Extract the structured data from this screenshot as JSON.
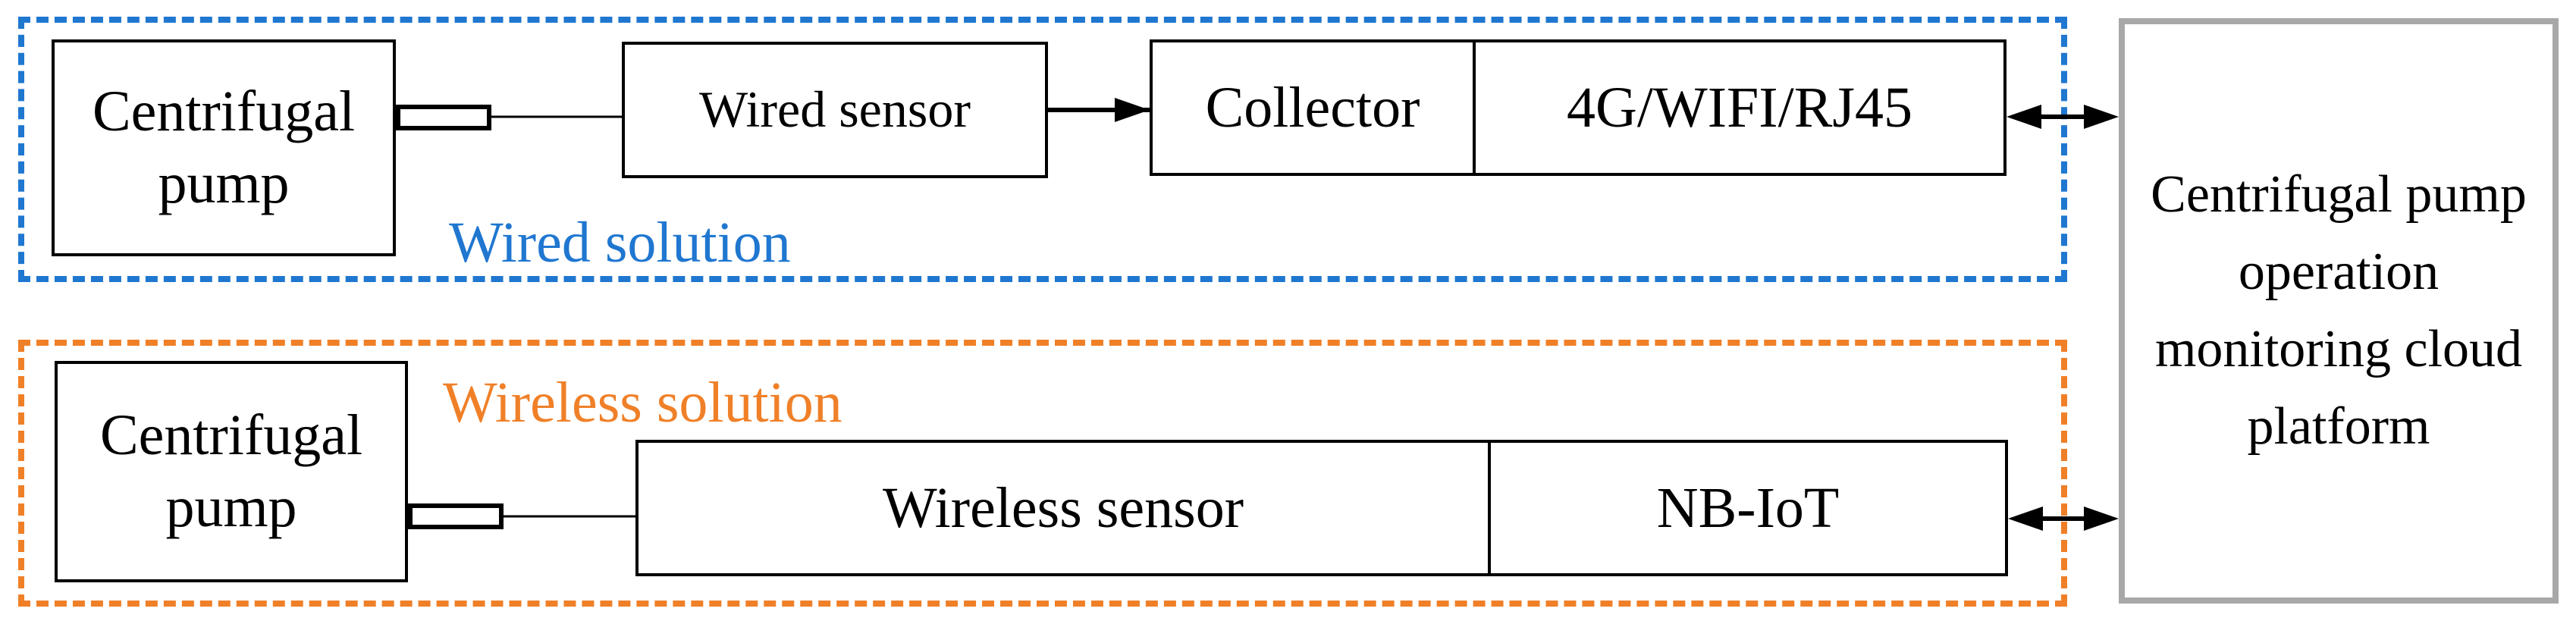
{
  "wired": {
    "label": "Wired solution",
    "pump_label": "Centrifugal pump",
    "sensor_label": "Wired sensor",
    "collector_label": "Collector",
    "comm_label": "4G/WIFI/RJ45"
  },
  "wireless": {
    "label": "Wireless solution",
    "pump_label": "Centrifugal pump",
    "sensor_label": "Wireless sensor",
    "comm_label": "NB-IoT"
  },
  "platform": {
    "label": "Centrifugal pump operation monitoring cloud platform"
  },
  "colors": {
    "wired": "#1f77d0",
    "wireless": "#f08028",
    "platform_border": "#a8a8a8"
  }
}
